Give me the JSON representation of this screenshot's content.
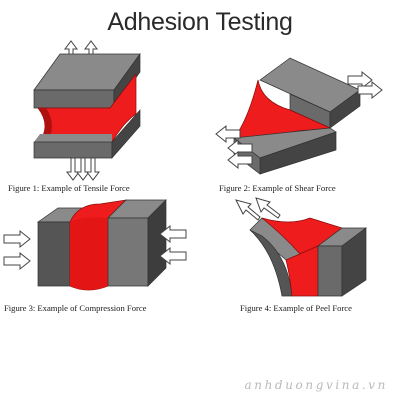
{
  "title": "Adhesion Testing",
  "figures": [
    {
      "caption": "Figure 1: Example of Tensile Force"
    },
    {
      "caption": "Figure 2: Example of Shear Force"
    },
    {
      "caption": "Figure 3: Example of Compression Force"
    },
    {
      "caption": "Figure 4: Example of Peel Force"
    }
  ],
  "watermark": "anhduongvina.vn",
  "colors": {
    "block_top": "#8a8a8a",
    "block_front": "#6a6a6a",
    "block_side": "#444444",
    "adhesive": "#ee1c1c",
    "adhesive_dark": "#b01010",
    "arrow_fill": "#ffffff",
    "arrow_stroke": "#444444"
  }
}
